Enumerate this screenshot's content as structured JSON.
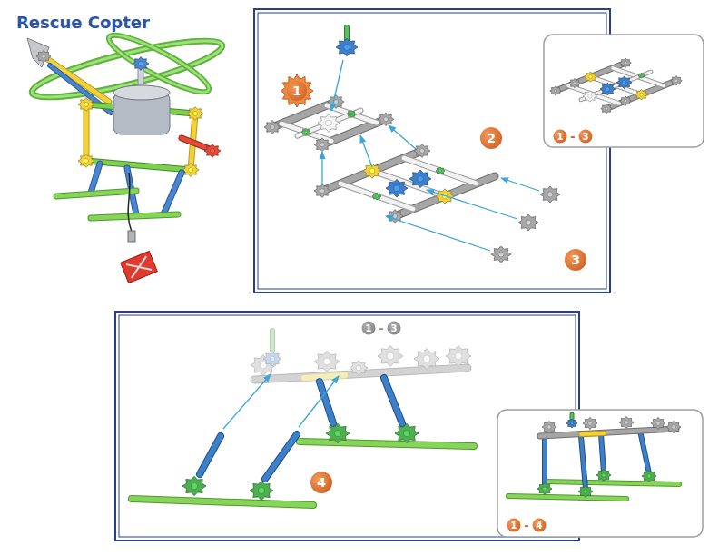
{
  "diagram": {
    "title": "Rescue Copter",
    "labels": [
      "1",
      "2",
      "1",
      "-",
      "3",
      "3",
      "1",
      "-",
      "3",
      "4",
      "1",
      "-",
      "4"
    ]
  }
}
